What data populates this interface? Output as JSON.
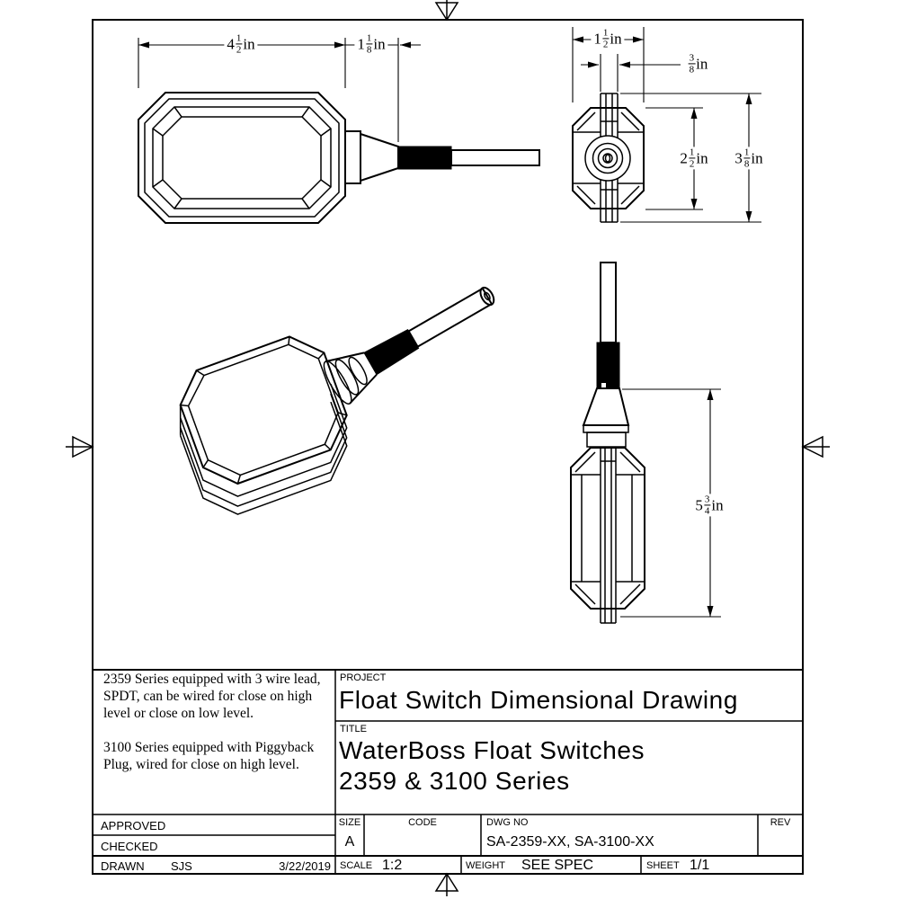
{
  "page": {
    "background": "#ffffff",
    "line_color": "#000000"
  },
  "notes": {
    "para1": "2359 Series equipped with 3 wire lead, SPDT, can be wired for close on high level or close on low level.",
    "para2": "3100 Series equipped with Piggyback Plug, wired for close on high level."
  },
  "dimensions": {
    "body_length": {
      "whole": "4",
      "num": "1",
      "den": "2",
      "unit": "in"
    },
    "neck_length": {
      "whole": "1",
      "num": "1",
      "den": "8",
      "unit": "in"
    },
    "end_width": {
      "whole": "1",
      "num": "1",
      "den": "2",
      "unit": "in"
    },
    "keeper_width": {
      "whole": "",
      "num": "3",
      "den": "8",
      "unit": "in"
    },
    "face_height": {
      "whole": "2",
      "num": "1",
      "den": "2",
      "unit": "in"
    },
    "overall_height": {
      "whole": "3",
      "num": "1",
      "den": "8",
      "unit": "in"
    },
    "float_length": {
      "whole": "5",
      "num": "3",
      "den": "4",
      "unit": "in"
    }
  },
  "title_block": {
    "project_label": "PROJECT",
    "project": "Float Switch Dimensional Drawing",
    "title_label": "TITLE",
    "title_line1": "WaterBoss Float Switches",
    "title_line2": "2359 & 3100 Series",
    "approved_label": "APPROVED",
    "checked_label": "CHECKED",
    "drawn_label": "DRAWN",
    "drawn_by": "SJS",
    "drawn_date": "3/22/2019",
    "size_label": "SIZE",
    "size": "A",
    "code_label": "CODE",
    "dwg_label": "DWG NO",
    "dwg_no": "SA-2359-XX, SA-3100-XX",
    "rev_label": "REV",
    "scale_label": "SCALE",
    "scale": "1:2",
    "weight_label": "WEIGHT",
    "weight": "SEE SPEC",
    "sheet_label": "SHEET",
    "sheet": "1/1"
  }
}
